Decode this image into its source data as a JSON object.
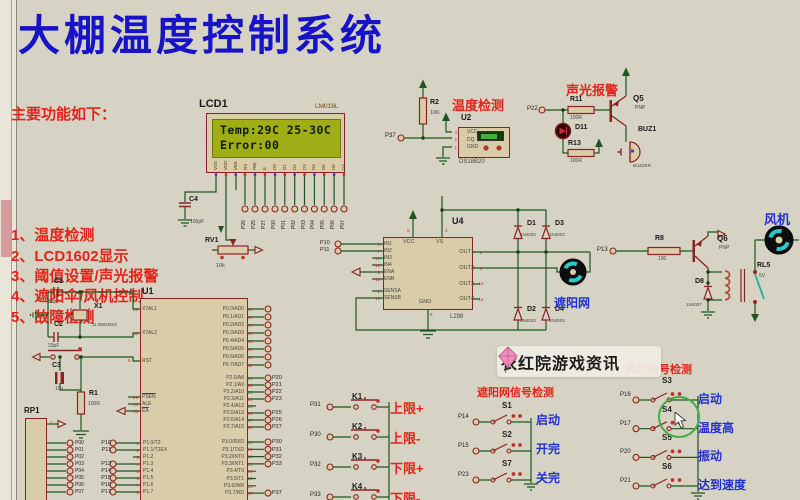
{
  "page": {
    "title": "大棚温度控制系统"
  },
  "features": {
    "heading": "主要功能如下：",
    "items": [
      "1、温度检测",
      "2、LCD1602显示",
      "3、阈值设置/声光报警",
      "4、遮阳伞/风机控制",
      "5、故障检测"
    ]
  },
  "watermark": {
    "text": "衣红院游戏资讯",
    "icon": "kite-icon"
  },
  "lcd": {
    "ref": "LCD1",
    "model": "LM016L",
    "screen_line1": "Temp:29C  25-30C",
    "screen_line2": "Error:00",
    "pins": [
      "VSS",
      "VDD",
      "VEE",
      "RS",
      "RW",
      "E",
      "D0",
      "D1",
      "D2",
      "D3",
      "D4",
      "D5",
      "D6",
      "D7"
    ],
    "ctrl_terminals": [
      "P26",
      "P25",
      "P27"
    ],
    "data_terminals": [
      "P00",
      "P01",
      "P02",
      "P03",
      "P04",
      "P05",
      "P06",
      "P07"
    ],
    "cap_ref": "C4",
    "cap_value": "100pF",
    "pot_ref": "RV1",
    "pot_value": "10k"
  },
  "temp_sensor": {
    "section_label": "温度检测",
    "sensor_ref": "U2",
    "sensor_model": "DS18B20",
    "pins": [
      {
        "n": "3",
        "name": "VCC"
      },
      {
        "n": "2",
        "name": "DQ"
      },
      {
        "n": "1",
        "name": "GND"
      }
    ],
    "resistor_ref": "R2",
    "resistor_value": "10K",
    "terminal": "P37"
  },
  "alarm": {
    "section_label": "声光报警",
    "terminal": "P22",
    "r11_ref": "R11",
    "r11_value": "100R",
    "led_ref": "D11",
    "r13_ref": "R13",
    "r13_value": "100R",
    "q_ref": "Q5",
    "q_type": "PNP",
    "buzzer_ref": "BUZ1",
    "buzzer_model": "BUZZER"
  },
  "driver": {
    "ref": "U4",
    "model": "L298",
    "inputs": [
      "P10",
      "P11"
    ],
    "in_pins": [
      {
        "n": "5",
        "name": "IN1"
      },
      {
        "n": "7",
        "name": "IN2"
      },
      {
        "n": "10",
        "name": "IN3"
      },
      {
        "n": "12",
        "name": "IN4"
      },
      {
        "n": "6",
        "name": "ENA"
      },
      {
        "n": "11",
        "name": "ENB"
      }
    ],
    "sense_pins": [
      {
        "n": "1",
        "name": "SENSA"
      },
      {
        "n": "15",
        "name": "SENSB"
      }
    ],
    "top_pins": [
      {
        "n": "9",
        "name": "VCC"
      },
      {
        "n": "4",
        "name": "VS"
      }
    ],
    "out_pins": [
      {
        "n": "2",
        "name": "OUT1"
      },
      {
        "n": "3",
        "name": "OUT2"
      },
      {
        "n": "13",
        "name": "OUT3"
      },
      {
        "n": "14",
        "name": "OUT4"
      }
    ],
    "gnd_name": "GND",
    "gnd_num": "8",
    "diodes": [
      {
        "ref": "D1",
        "value": "1N4003"
      },
      {
        "ref": "D3",
        "value": "1N4003"
      },
      {
        "ref": "D2",
        "value": "1N4003"
      },
      {
        "ref": "D4",
        "value": "1N4003"
      }
    ],
    "motor_label": "遮阳网"
  },
  "fan": {
    "label": "风机",
    "terminal": "P13",
    "r_ref": "R8",
    "r_value": "100",
    "q_ref": "Q6",
    "q_type": "PNP",
    "d_ref": "D8",
    "d_value": "1N4007",
    "relay_ref": "RL5",
    "relay_value": "5V"
  },
  "mcu": {
    "ref": "U1",
    "xtal_pins": [
      {
        "n": "19",
        "name": "XTAL1"
      },
      {
        "n": "18",
        "name": "XTAL2"
      }
    ],
    "rst_pin": {
      "n": "9",
      "name": "RST"
    },
    "ctrl_pins": [
      {
        "n": "29",
        "name": "PSEN"
      },
      {
        "n": "30",
        "name": "ALE"
      },
      {
        "n": "31",
        "name": "EA"
      }
    ],
    "p1_pins": [
      {
        "n": "1",
        "name": "P1.0/T2",
        "t": "P10"
      },
      {
        "n": "2",
        "name": "P1.1/T2EX",
        "t": "P11"
      },
      {
        "n": "3",
        "name": "P1.2",
        "t": ""
      },
      {
        "n": "4",
        "name": "P1.3",
        "t": "P13"
      },
      {
        "n": "5",
        "name": "P1.4",
        "t": "P14"
      },
      {
        "n": "6",
        "name": "P1.5",
        "t": "P15"
      },
      {
        "n": "7",
        "name": "P1.6",
        "t": "P16"
      },
      {
        "n": "8",
        "name": "P1.7",
        "t": "P17"
      }
    ],
    "p0_pins": [
      {
        "n": "39",
        "name": "P0.0/AD0",
        "t": ""
      },
      {
        "n": "38",
        "name": "P0.1/AD1",
        "t": ""
      },
      {
        "n": "37",
        "name": "P0.2/AD2",
        "t": ""
      },
      {
        "n": "36",
        "name": "P0.3/AD3",
        "t": ""
      },
      {
        "n": "35",
        "name": "P0.4/AD4",
        "t": ""
      },
      {
        "n": "34",
        "name": "P0.5/AD5",
        "t": ""
      },
      {
        "n": "33",
        "name": "P0.6/AD6",
        "t": ""
      },
      {
        "n": "32",
        "name": "P0.7/AD7",
        "t": ""
      }
    ],
    "p2_pins": [
      {
        "n": "21",
        "name": "P2.0/A8",
        "t": "P20"
      },
      {
        "n": "22",
        "name": "P2.1/A9",
        "t": "P21"
      },
      {
        "n": "23",
        "name": "P2.2/A10",
        "t": "P22"
      },
      {
        "n": "24",
        "name": "P2.3/A11",
        "t": "P23"
      },
      {
        "n": "25",
        "name": "P2.4/A12",
        "t": ""
      },
      {
        "n": "26",
        "name": "P2.5/A13",
        "t": "P25"
      },
      {
        "n": "27",
        "name": "P2.6/A14",
        "t": "P26"
      },
      {
        "n": "28",
        "name": "P2.7/A15",
        "t": "P27"
      }
    ],
    "p3_pins": [
      {
        "n": "10",
        "name": "P3.0/RXD",
        "t": "P30"
      },
      {
        "n": "11",
        "name": "P3.1/TXD",
        "t": "P31"
      },
      {
        "n": "12",
        "name": "P3.2/INT0",
        "t": "P32"
      },
      {
        "n": "13",
        "name": "P3.3/INT1",
        "t": "P33"
      },
      {
        "n": "14",
        "name": "P3.4/T0",
        "t": ""
      },
      {
        "n": "15",
        "name": "P3.5/T1",
        "t": ""
      },
      {
        "n": "16",
        "name": "P3.6/WR",
        "t": ""
      },
      {
        "n": "17",
        "name": "P3.7/RD",
        "t": "P37"
      }
    ]
  },
  "clock": {
    "c1_ref": "C1",
    "c1_value": "33pF",
    "c2_ref": "C2",
    "c2_value": "33pF",
    "x1_ref": "X1",
    "x1_value": "11.0592MHz"
  },
  "reset": {
    "c3_ref": "C3",
    "c3_value": "10u",
    "r1_ref": "R1",
    "r1_value": "100R"
  },
  "rp1": {
    "ref": "RP1",
    "pin1": "1",
    "terminals": [
      "P00",
      "P01",
      "P02",
      "P03",
      "P04",
      "P05",
      "P06",
      "P07"
    ]
  },
  "keys": {
    "items": [
      {
        "ref": "K1",
        "terminal": "P31",
        "label": "上限+"
      },
      {
        "ref": "K2",
        "terminal": "P30",
        "label": "上限-"
      },
      {
        "ref": "K3",
        "terminal": "P32",
        "label": "下限+"
      },
      {
        "ref": "K4",
        "terminal": "P33",
        "label": "下限-"
      }
    ]
  },
  "shade_signals": {
    "label": "遮阳网信号检测",
    "items": [
      {
        "ref": "S1",
        "terminal": "P14",
        "label": "启动"
      },
      {
        "ref": "S2",
        "terminal": "P15",
        "label": "开完"
      },
      {
        "ref": "S7",
        "terminal": "P23",
        "label": "关完"
      }
    ]
  },
  "fan_signals": {
    "label": "风机信号检测",
    "items": [
      {
        "ref": "S3",
        "terminal": "P16",
        "label": "启动"
      },
      {
        "ref": "S4",
        "terminal": "P17",
        "label": "温度高"
      },
      {
        "ref": "S5",
        "terminal": "P20",
        "label": "振动"
      },
      {
        "ref": "S6",
        "terminal": "P21",
        "label": "达到速度"
      }
    ]
  },
  "colors": {
    "canvas": "#d7d3c4",
    "title": "#1713c6",
    "red_label": "#e2241a",
    "blue_label": "#2230cf",
    "wire": "#1d571d",
    "component": "#8b2323",
    "lcd_screen": "#9fae17",
    "highlight": "#3fae49"
  }
}
